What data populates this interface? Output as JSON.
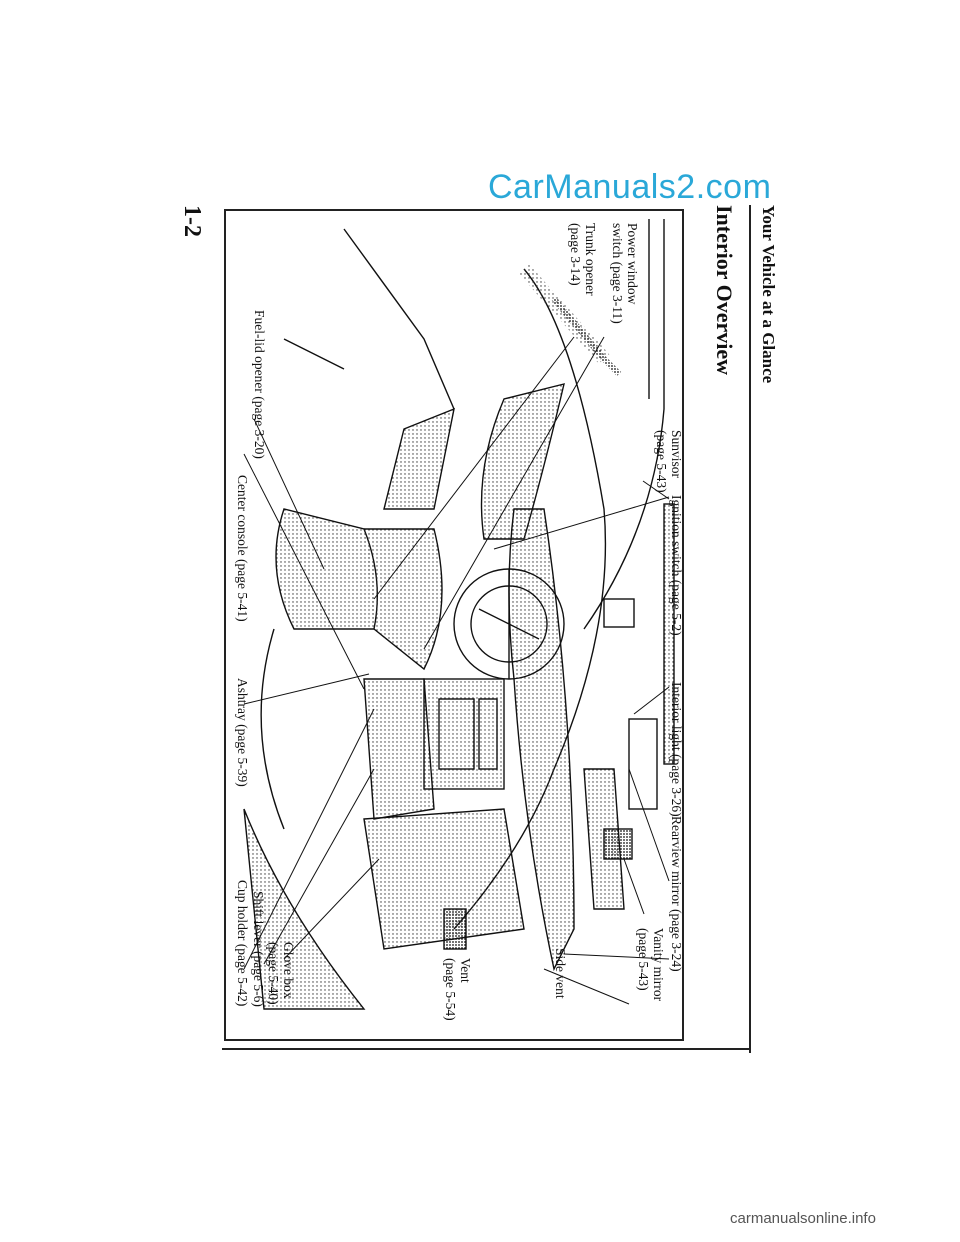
{
  "watermark": "CarManuals2.com",
  "header": {
    "section": "Your Vehicle at a Glance",
    "title": "Interior Overview"
  },
  "page_number": "1-2",
  "footer": "carmanualsonline.info",
  "callouts": {
    "sunvisor": [
      "Sunvisor",
      "(page 5-43)"
    ],
    "power_window": [
      "Power window",
      "switch (page 3-11)"
    ],
    "trunk_opener": [
      "Trunk opener",
      "(page 3-14)"
    ],
    "fuel_lid": "Fuel-lid opener (page 3-20)",
    "ignition": "Ignition switch (page 5-2)",
    "center_console": "Center console (page 5-41)",
    "interior_light": "Interior light (page 3-26)",
    "ashtray": "Ashtray (page 5-39)",
    "rearview": "Rearview mirror (page 3-24)",
    "vanity": [
      "Vanity mirror",
      "(page 5-43)"
    ],
    "side_vent": "Side vent",
    "vent": [
      "Vent",
      "(page 5-54)"
    ],
    "glove_box": [
      "Glove box",
      "(page 5-40)"
    ],
    "shift_lever": "Shift lever (page 5-6)",
    "cup_holder": "Cup holder (page 5-42)"
  }
}
